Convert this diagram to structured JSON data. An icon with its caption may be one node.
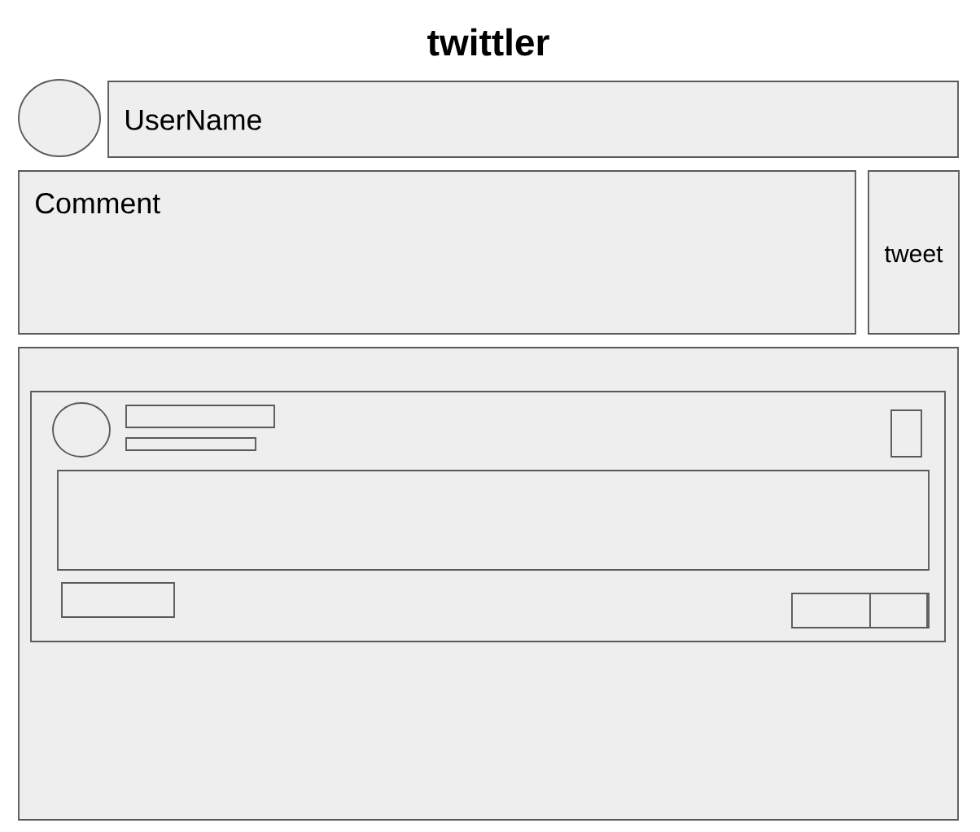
{
  "diagram": {
    "title": "twittler",
    "nodes": [
      {
        "text": [],
        "shape": "circle"
      },
      {
        "text": [
          "UserName"
        ]
      },
      {
        "text": [
          "Comment"
        ]
      },
      {
        "text": [
          "tweet"
        ]
      },
      {
        "text": [],
        "shape": "box"
      },
      {
        "text": [],
        "shape": "box",
        "in": 4
      },
      {
        "text": [],
        "shape": "circle",
        "in": 5
      },
      {
        "text": [],
        "shape": "bar",
        "in": 5
      },
      {
        "text": [],
        "shape": "bar",
        "in": 5
      },
      {
        "text": [],
        "shape": "box",
        "in": 5
      },
      {
        "text": [],
        "shape": "box",
        "in": 5
      },
      {
        "text": [],
        "shape": "box",
        "in": 5
      },
      {
        "text": [],
        "shape": "box",
        "in": 5
      },
      {
        "text": [],
        "shape": "box",
        "in": 12
      }
    ]
  }
}
